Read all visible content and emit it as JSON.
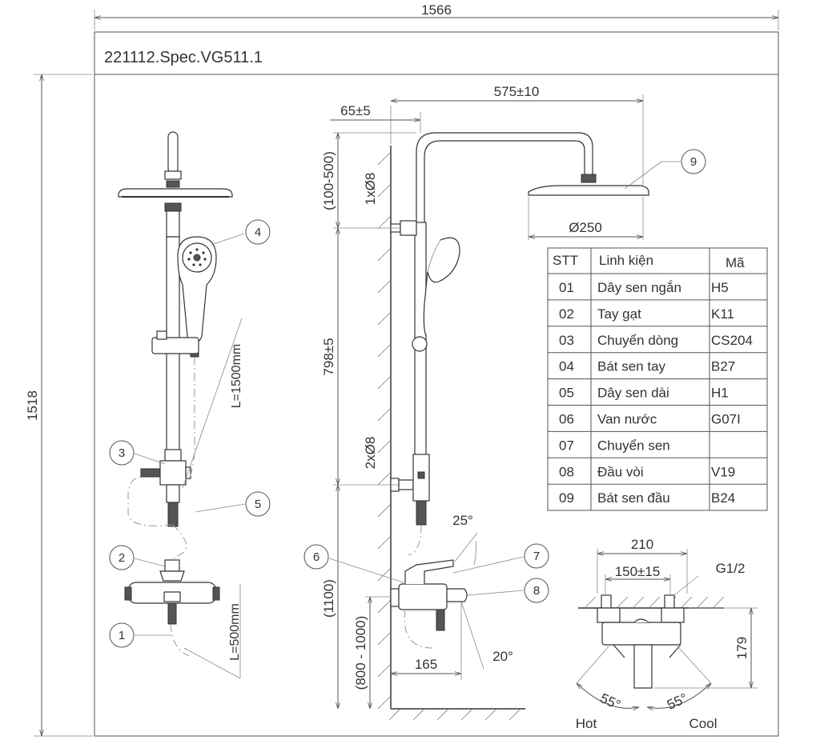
{
  "drawing": {
    "code": "221112.Spec.VG511.1",
    "overall_width": "1566",
    "overall_height": "1518"
  },
  "front_view": {
    "hand_hose_length": "L=1500mm",
    "short_hose_length": "L=500mm",
    "callouts": [
      "1",
      "2",
      "3",
      "4",
      "5"
    ]
  },
  "side_view": {
    "top_offset": "65±5",
    "arm_reach": "575±10",
    "upper_mount_range": "(100-500)",
    "upper_bracket": "1xØ8",
    "head_diameter": "Ø250",
    "riser_height": "798±5",
    "lower_bracket": "2xØ8",
    "valve_height": "(1100)",
    "valve_height_range": "(800 - 1000)",
    "handle_angle": "25°",
    "spout_angle": "20°",
    "spout_reach": "165",
    "callouts": [
      "6",
      "7",
      "8",
      "9"
    ]
  },
  "parts_table": {
    "headers": [
      "STT",
      "Linh kiện",
      "Mã"
    ],
    "rows": [
      [
        "01",
        "Dây sen ngắn",
        "H5"
      ],
      [
        "02",
        "Tay gạt",
        "K11"
      ],
      [
        "03",
        "Chuyển dòng",
        "CS204"
      ],
      [
        "04",
        "Bát sen tay",
        "B27"
      ],
      [
        "05",
        "Dây sen dài",
        "H1"
      ],
      [
        "06",
        "Van nước",
        "G07I"
      ],
      [
        "07",
        "Chuyển sen",
        ""
      ],
      [
        "08",
        "Đầu vòi",
        "V19"
      ],
      [
        "09",
        "Bát sen đầu",
        "B24"
      ]
    ]
  },
  "valve_detail": {
    "outer_spacing": "210",
    "inner_spacing": "150±15",
    "thread": "G1/2",
    "height": "179",
    "hot_angle": "55°",
    "cool_angle": "55°",
    "hot_label": "Hot",
    "cool_label": "Cool"
  }
}
